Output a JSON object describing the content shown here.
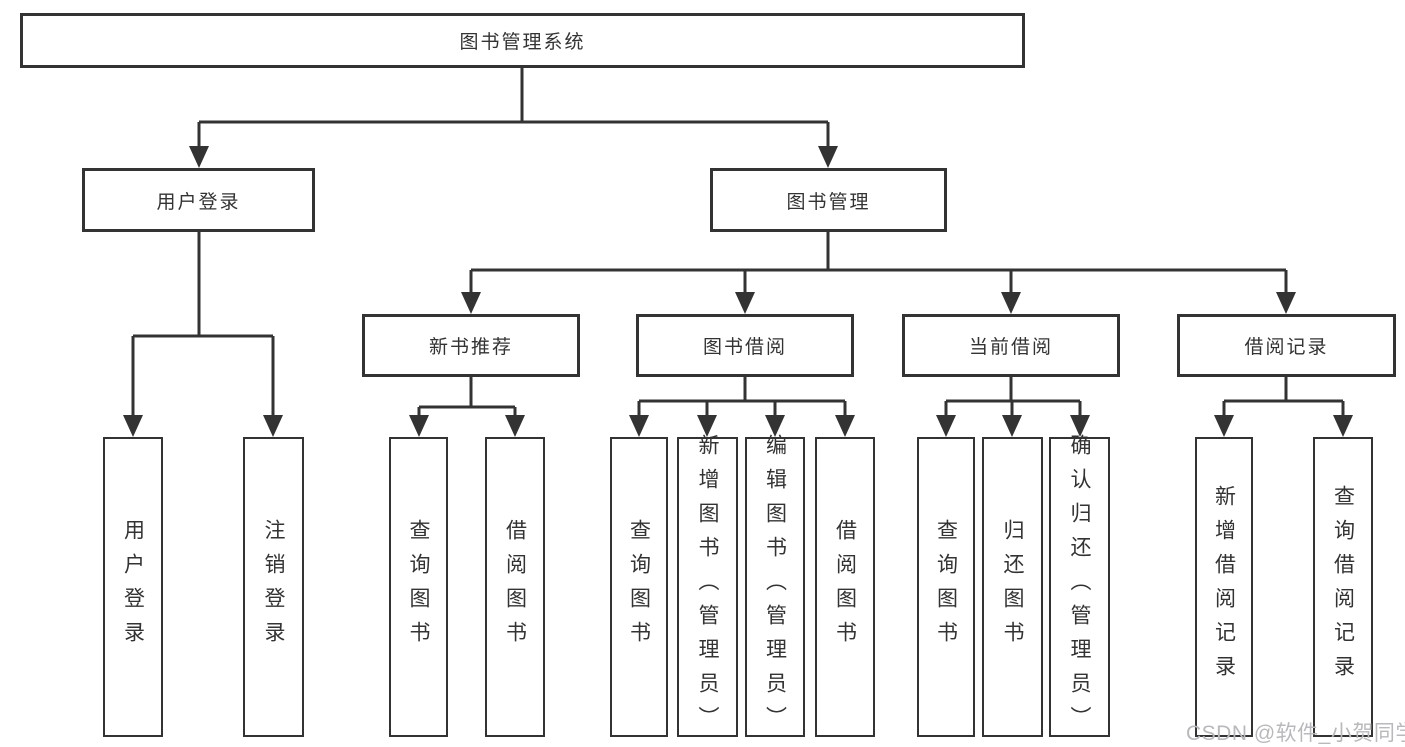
{
  "colors": {
    "line": "#333333",
    "text": "#333333",
    "watermark": "#b9b9bd",
    "background": "#ffffff"
  },
  "watermark": {
    "text": "CSDN @软件_小贺同学"
  },
  "tree": {
    "root": {
      "label": "图书管理系统"
    },
    "level2": [
      {
        "label": "用户登录",
        "children": [
          "用户登录",
          "注销登录"
        ]
      },
      {
        "label": "图书管理",
        "groups": [
          {
            "label": "新书推荐",
            "children": [
              "查询图书",
              "借阅图书"
            ]
          },
          {
            "label": "图书借阅",
            "children": [
              "查询图书",
              "新增图书（管理员）",
              "编辑图书（管理员）",
              "借阅图书"
            ]
          },
          {
            "label": "当前借阅",
            "children": [
              "查询图书",
              "归还图书",
              "确认归还（管理员）"
            ]
          },
          {
            "label": "借阅记录",
            "children": [
              "新增借阅记录",
              "查询借阅记录"
            ]
          }
        ]
      }
    ]
  }
}
